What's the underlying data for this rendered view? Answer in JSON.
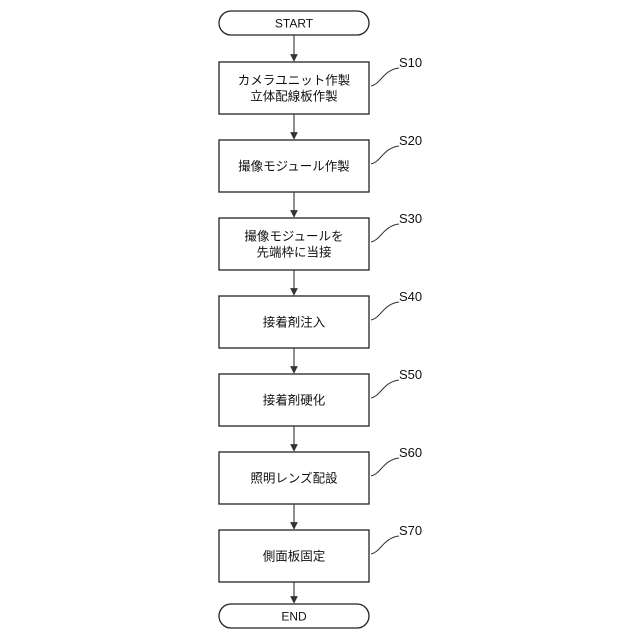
{
  "flowchart": {
    "start_label": "START",
    "end_label": "END",
    "steps": [
      {
        "id": "S10",
        "lines": [
          "カメラユニット作製",
          "立体配線板作製"
        ]
      },
      {
        "id": "S20",
        "lines": [
          "撮像モジュール作製"
        ]
      },
      {
        "id": "S30",
        "lines": [
          "撮像モジュールを",
          "先端枠に当接"
        ]
      },
      {
        "id": "S40",
        "lines": [
          "接着剤注入"
        ]
      },
      {
        "id": "S50",
        "lines": [
          "接着剤硬化"
        ]
      },
      {
        "id": "S60",
        "lines": [
          "照明レンズ配設"
        ]
      },
      {
        "id": "S70",
        "lines": [
          "側面板固定"
        ]
      }
    ]
  }
}
